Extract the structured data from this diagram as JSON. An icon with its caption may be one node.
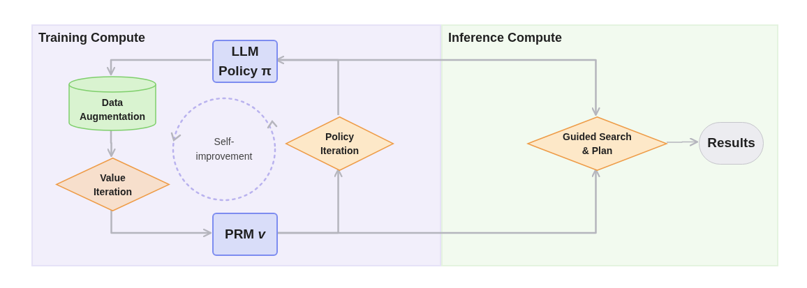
{
  "diagram": {
    "nodes": [
      {
        "text": [
          "Training Compute"
        ]
      },
      {
        "text": [
          "LLM Policy π"
        ],
        "in": 0
      },
      {
        "text": [
          "Data Augmentation"
        ],
        "in": 0
      },
      {
        "text": [
          "Self-improvement"
        ],
        "in": 0
      },
      {
        "text": [
          "Value Iteration"
        ],
        "in": 0
      },
      {
        "text": [
          "Policy Iteration"
        ],
        "in": 0
      },
      {
        "text": [
          "PRM *v*"
        ],
        "in": 0
      },
      {
        "text": [
          "Inference Compute"
        ]
      },
      {
        "text": [
          "Guided Search & Plan"
        ],
        "in": 7
      },
      {
        "text": [
          "Results"
        ],
        "in": 7
      }
    ],
    "edges": [
      {
        "from": 1,
        "to": 2,
        "arrow": "to"
      },
      {
        "from": 2,
        "to": 4,
        "arrow": "to"
      },
      {
        "from": 4,
        "to": 6,
        "arrow": "to"
      },
      {
        "from": 6,
        "to": 5,
        "arrow": "to"
      },
      {
        "from": 5,
        "to": 1,
        "arrow": "to"
      },
      {
        "from": 1,
        "to": 8,
        "arrow": "to"
      },
      {
        "from": 6,
        "to": 8,
        "arrow": "to"
      },
      {
        "from": 8,
        "to": 9,
        "arrow": "to"
      }
    ]
  }
}
